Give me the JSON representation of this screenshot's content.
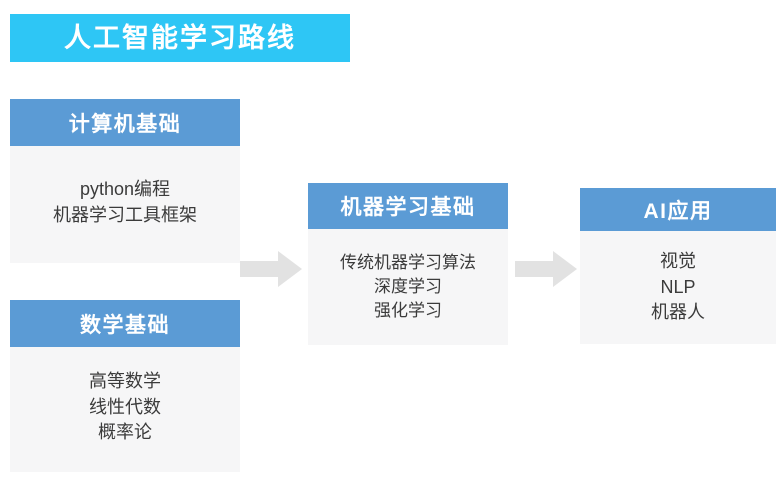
{
  "title": {
    "text": "人工智能学习路线",
    "background_color": "#2ec6f5",
    "text_color": "#ffffff"
  },
  "theme": {
    "header_color": "#5b9bd5",
    "body_color": "#f6f6f7",
    "body_text_color": "#3b3b3b",
    "arrow_color": "#e2e2e2",
    "page_background": "#ffffff"
  },
  "cards": [
    {
      "id": "computer",
      "header": "计算机基础",
      "items": [
        "python编程",
        "机器学习工具框架"
      ]
    },
    {
      "id": "math",
      "header": "数学基础",
      "items": [
        "高等数学",
        "线性代数",
        "概率论"
      ]
    },
    {
      "id": "ml",
      "header": "机器学习基础",
      "items": [
        "传统机器学习算法",
        "深度学习",
        "强化学习"
      ]
    },
    {
      "id": "ai",
      "header": "AI应用",
      "items": [
        "视觉",
        "NLP",
        "机器人"
      ]
    }
  ],
  "arrows": [
    {
      "id": "arrow-1",
      "from": "computer-and-math",
      "to": "ml",
      "direction": "right"
    },
    {
      "id": "arrow-2",
      "from": "ml",
      "to": "ai",
      "direction": "right"
    }
  ]
}
